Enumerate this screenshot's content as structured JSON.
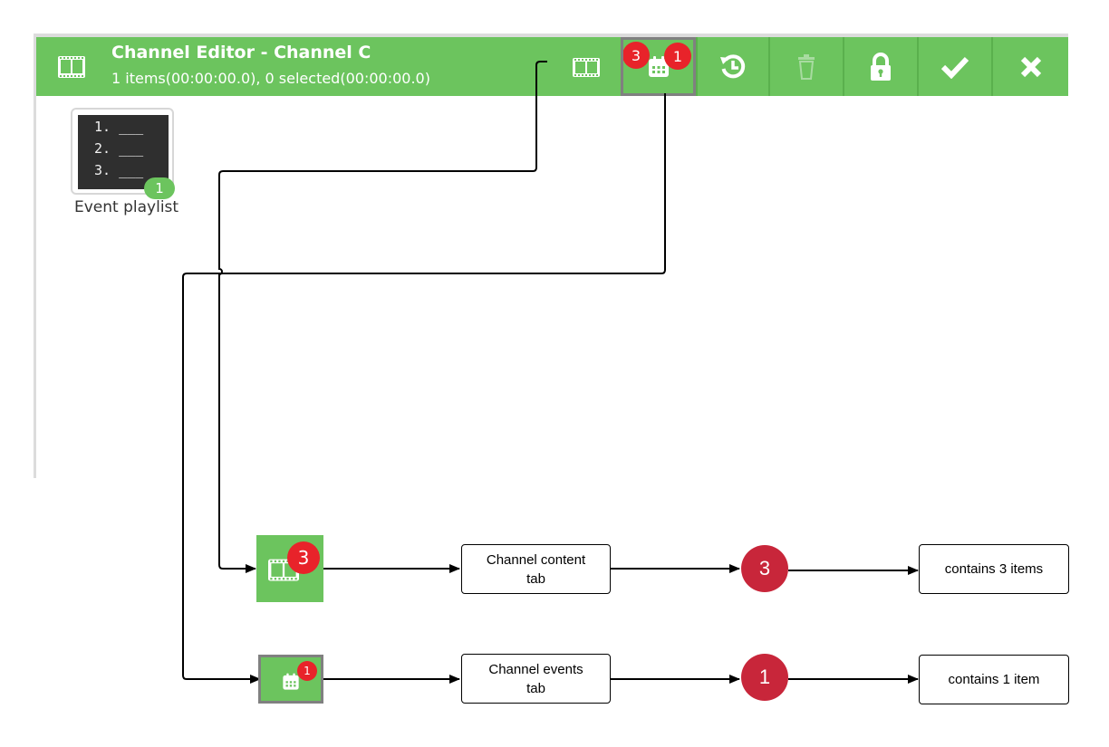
{
  "toolbar": {
    "title": "Channel Editor - Channel C",
    "subtitle": "1 items(00:00:00.0), 0 selected(00:00:00.0)",
    "content_badge": "3",
    "events_badge": "1",
    "accent": "#6cc45e",
    "badge_color": "#e8232a"
  },
  "playlist": {
    "lines": [
      "1. ___",
      "2. ___",
      "3. ___"
    ],
    "badge": "1",
    "label": "Event playlist"
  },
  "flow": {
    "content_row": {
      "icon_badge": "3",
      "box_label_line1": "Channel content",
      "box_label_line2": "tab",
      "circle_number": "3",
      "result": "contains 3 items"
    },
    "events_row": {
      "icon_badge": "1",
      "box_label_line1": "Channel events",
      "box_label_line2": "tab",
      "circle_number": "1",
      "result": "contains 1 item"
    },
    "circle_color": "#c8263a"
  }
}
